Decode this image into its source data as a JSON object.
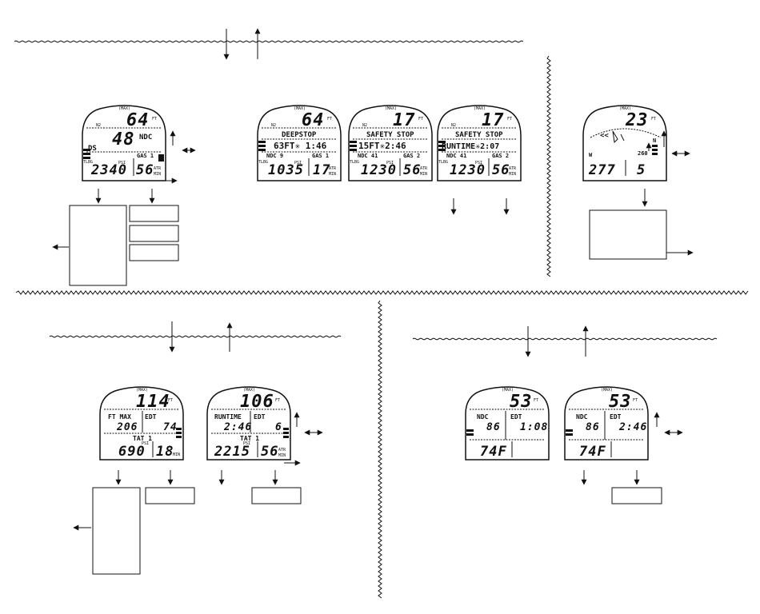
{
  "figure": {
    "description_free": true
  },
  "screens": {
    "p1": {
      "depth": "64",
      "depth_unit": "FT",
      "header": "(MAX)",
      "nitrogen_label": "N2",
      "ndc_value": "48",
      "ndc_label": "NDC",
      "ds_label": "DS",
      "gas_label": "GAS 1",
      "tlbg_label": "TLBG",
      "pressure": "2340",
      "psi_label": "PSI",
      "o2": "56",
      "atr_label": "ATR",
      "o2_unit": "MIN"
    },
    "p2": {
      "depth": "64",
      "depth_unit": "FT",
      "header": "(MAX)",
      "nitrogen_label": "N2",
      "title": "DEEPSTOP",
      "stop_line": "63FT✳ 1:46",
      "ndc_label": "NDC 9",
      "gas_label": "GAS 1",
      "tlbg_label": "TLBG",
      "pressure": "1035",
      "psi_label": "PSI",
      "o2": "17",
      "atr_label": "ATR",
      "o2_unit": "MIN"
    },
    "p3": {
      "depth": "17",
      "depth_unit": "FT",
      "header": "(MAX)",
      "nitrogen_label": "N2",
      "title": "SAFETY STOP",
      "stop_line": "15FT✳2:46",
      "ndc_label": "NDC 41",
      "gas_label": "GAS 2",
      "tlbg_label": "TLBG",
      "pressure": "1230",
      "psi_label": "PSI",
      "o2": "56",
      "atr_label": "ATR",
      "o2_unit": "MIN"
    },
    "p4": {
      "depth": "17",
      "depth_unit": "FT",
      "header": "(MAX)",
      "nitrogen_label": "N2",
      "title": "SAFETY STOP",
      "stop_line": "RUNTIME✳2:07",
      "ndc_label": "NDC 41",
      "gas_label": "GAS 2",
      "tlbg_label": "TLBG",
      "pressure": "1230",
      "psi_label": "PSI",
      "o2": "56",
      "atr_label": "ATR",
      "o2_unit": "MIN"
    },
    "p5": {
      "depth": "23",
      "depth_unit": "FT",
      "header": "(MAX)",
      "compass_marks": "<<",
      "heading_label": "W",
      "heading": "277",
      "target": "260",
      "n_label": "N",
      "right_value": "5"
    },
    "p6": {
      "depth": "114",
      "depth_unit": "FT",
      "header": "(MAX)",
      "left_label": "FT MAX",
      "left_value": "206",
      "right_label": "EDT",
      "right_value": "74",
      "tat_label": "TAT 1",
      "pressure": "690",
      "psi_label": "PSI",
      "o2": "18",
      "o2_unit": "MIN"
    },
    "p7": {
      "depth": "106",
      "depth_unit": "FT",
      "header": "(MAX)",
      "left_label": "RUNTIME",
      "left_value": "2:46",
      "right_label": "EDT",
      "right_value": "6",
      "tat_label": "TAT 1",
      "pressure": "2215",
      "psi_label": "PSI",
      "o2": "56",
      "atr_label": "ATR",
      "o2_unit": "MIN"
    },
    "p8": {
      "depth": "53",
      "depth_unit": "FT",
      "header": "(MAX)",
      "left_label": "NDC",
      "left_value": "86",
      "right_label": "EDT",
      "right_value": "1:08",
      "temp": "74F"
    },
    "p9": {
      "depth": "53",
      "depth_unit": "FT",
      "header": "(MAX)",
      "left_label": "NDC",
      "left_value": "86",
      "right_label": "EDT",
      "right_value": "2:46",
      "temp": "74F"
    }
  }
}
